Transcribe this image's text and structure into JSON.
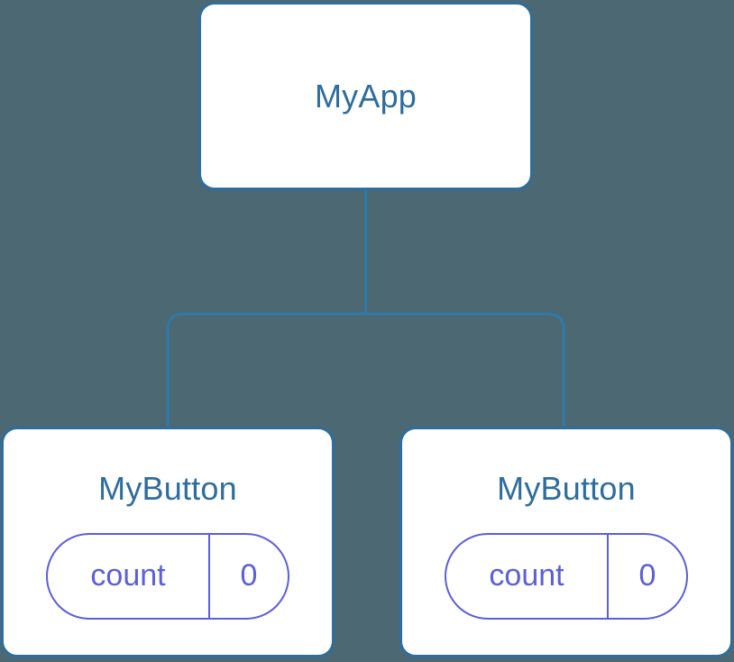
{
  "diagram": {
    "type": "component-tree",
    "background_color": "#4c6873",
    "node_border_color": "#2e6d9e",
    "node_text_color": "#2e6d9e",
    "node_fill_color": "#ffffff",
    "state_pill_color": "#5b5fdb",
    "edge_color": "#2e7aa8"
  },
  "root": {
    "label": "MyApp"
  },
  "children": [
    {
      "label": "MyButton",
      "state": {
        "key": "count",
        "value": "0"
      }
    },
    {
      "label": "MyButton",
      "state": {
        "key": "count",
        "value": "0"
      }
    }
  ]
}
